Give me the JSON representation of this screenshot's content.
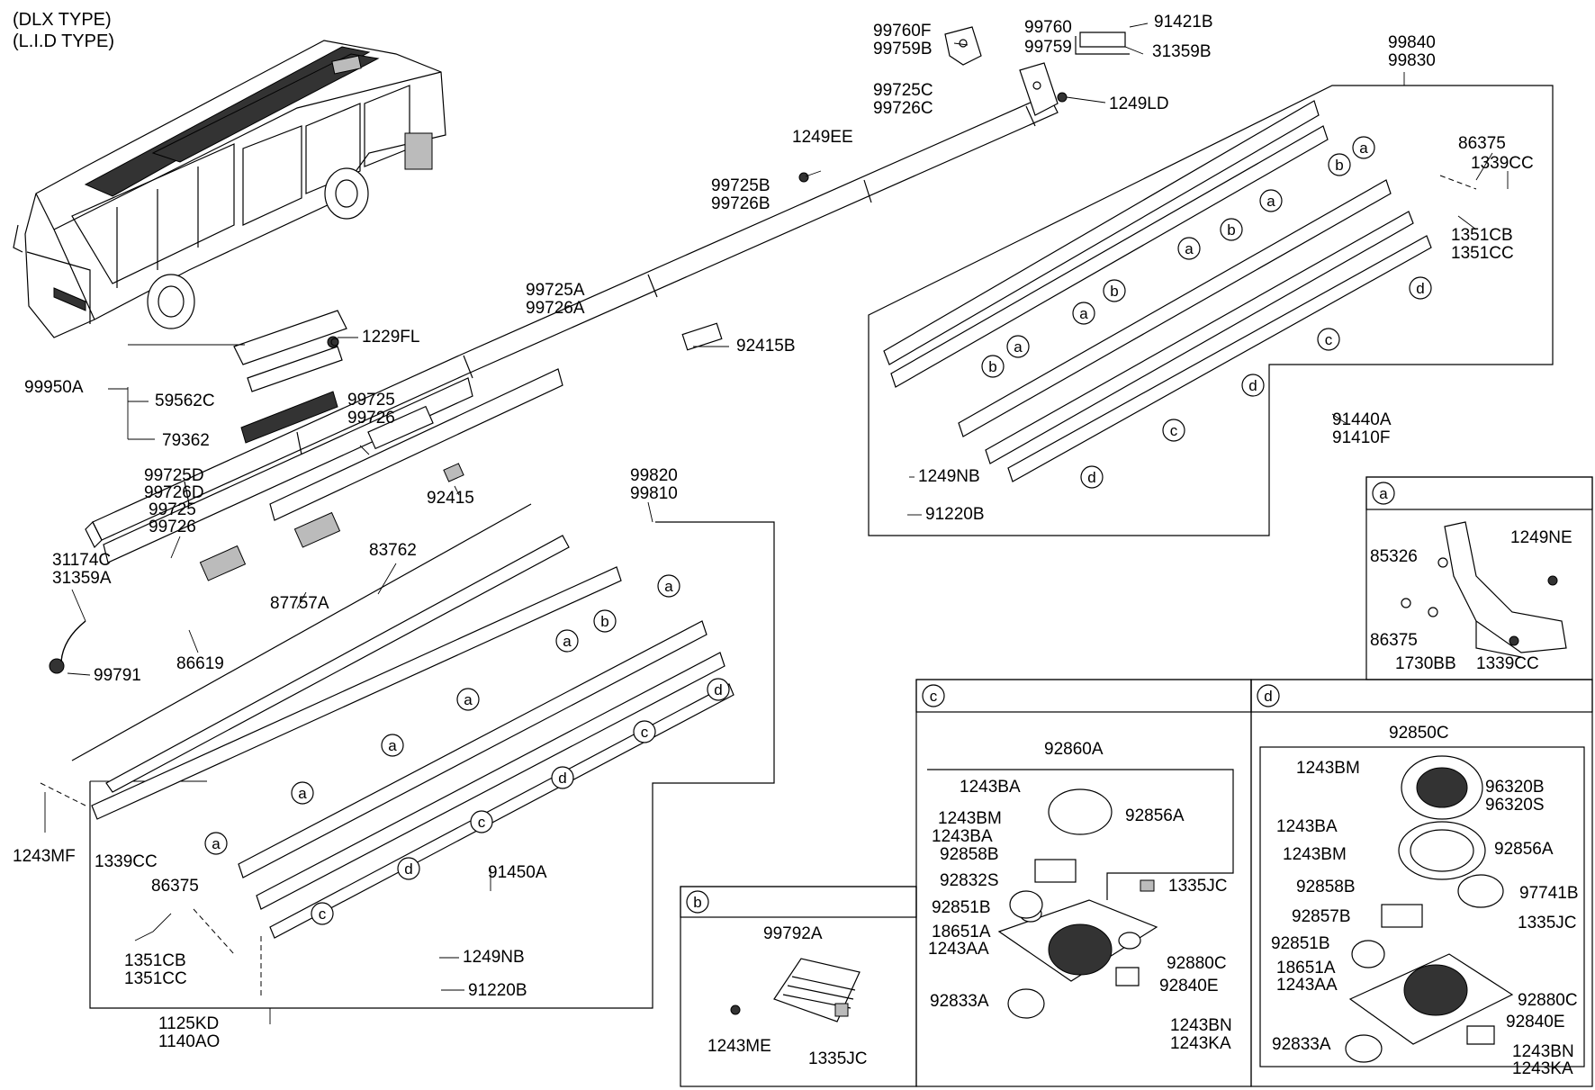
{
  "header": {
    "line1": "(DLX TYPE)",
    "line2": "(L.I.D TYPE)"
  },
  "part_labels": {
    "p99760F": "99760F",
    "p99759B": "99759B",
    "p99760": "99760",
    "p99759": "99759",
    "p91421B": "91421B",
    "p31359B": "31359B",
    "p1249LD": "1249LD",
    "p99725C": "99725C",
    "p99726C": "99726C",
    "p1249EE": "1249EE",
    "p99725B": "99725B",
    "p99726B": "99726B",
    "p99725A": "99725A",
    "p99726A": "99726A",
    "p92415B": "92415B",
    "p1229FL": "1229FL",
    "p99950A": "99950A",
    "p59562C": "59562C",
    "p79362": "79362",
    "p99725": "99725",
    "p99726": "99726",
    "p92415": "92415",
    "p99725D": "99725D",
    "p99726D": "99726D",
    "p99725b": "99725",
    "p99726b": "99726",
    "p31174C": "31174C",
    "p31359A": "31359A",
    "p99791": "99791",
    "p83762": "83762",
    "p87757A": "87757A",
    "p86619": "86619",
    "p99820": "99820",
    "p99810": "99810",
    "p1243MF": "1243MF",
    "p1339CC_l": "1339CC",
    "p86375_l": "86375",
    "p1351CB_l": "1351CB",
    "p1351CC_l": "1351CC",
    "p91450A": "91450A",
    "p1249NB_l": "1249NB",
    "p91220B_l": "91220B",
    "p1125KD": "1125KD",
    "p1140AO": "1140AO",
    "p99840": "99840",
    "p99830": "99830",
    "p86375_r": "86375",
    "p1339CC_r": "1339CC",
    "p1351CB_r": "1351CB",
    "p1351CC_r": "1351CC",
    "p91440A": "91440A",
    "p91410F": "91410F",
    "p1249NB_r": "1249NB",
    "p91220B_r": "91220B",
    "a_85326": "85326",
    "a_1249NE": "1249NE",
    "a_86375": "86375",
    "a_1730BB": "1730BB",
    "a_1339CC": "1339CC",
    "b_99792A": "99792A",
    "b_1243ME": "1243ME",
    "b_1335JC": "1335JC",
    "c_92860A": "92860A",
    "c_1243BA1": "1243BA",
    "c_92856A": "92856A",
    "c_1243BM": "1243BM",
    "c_1243BA2": "1243BA",
    "c_92858B": "92858B",
    "c_92832S": "92832S",
    "c_1335JC": "1335JC",
    "c_92851B": "92851B",
    "c_18651A": "18651A",
    "c_1243AA": "1243AA",
    "c_92880C": "92880C",
    "c_92840E": "92840E",
    "c_92833A": "92833A",
    "c_1243BN": "1243BN",
    "c_1243KA": "1243KA",
    "d_92850C": "92850C",
    "d_1243BM1": "1243BM",
    "d_96320B": "96320B",
    "d_96320S": "96320S",
    "d_1243BA": "1243BA",
    "d_92856A": "92856A",
    "d_1243BM2": "1243BM",
    "d_92858B": "92858B",
    "d_97741B": "97741B",
    "d_92857B": "92857B",
    "d_1335JC": "1335JC",
    "d_92851B": "92851B",
    "d_18651A": "18651A",
    "d_1243AA": "1243AA",
    "d_92880C": "92880C",
    "d_92840E": "92840E",
    "d_92833A": "92833A",
    "d_1243BN": "1243BN",
    "d_1243KA": "1243KA"
  },
  "detail_boxes": {
    "a": {
      "tag": "a"
    },
    "b": {
      "tag": "b"
    },
    "c": {
      "tag": "c"
    },
    "d": {
      "tag": "d"
    }
  },
  "callouts": {
    "a": "a",
    "b": "b",
    "c": "c",
    "d": "d"
  }
}
